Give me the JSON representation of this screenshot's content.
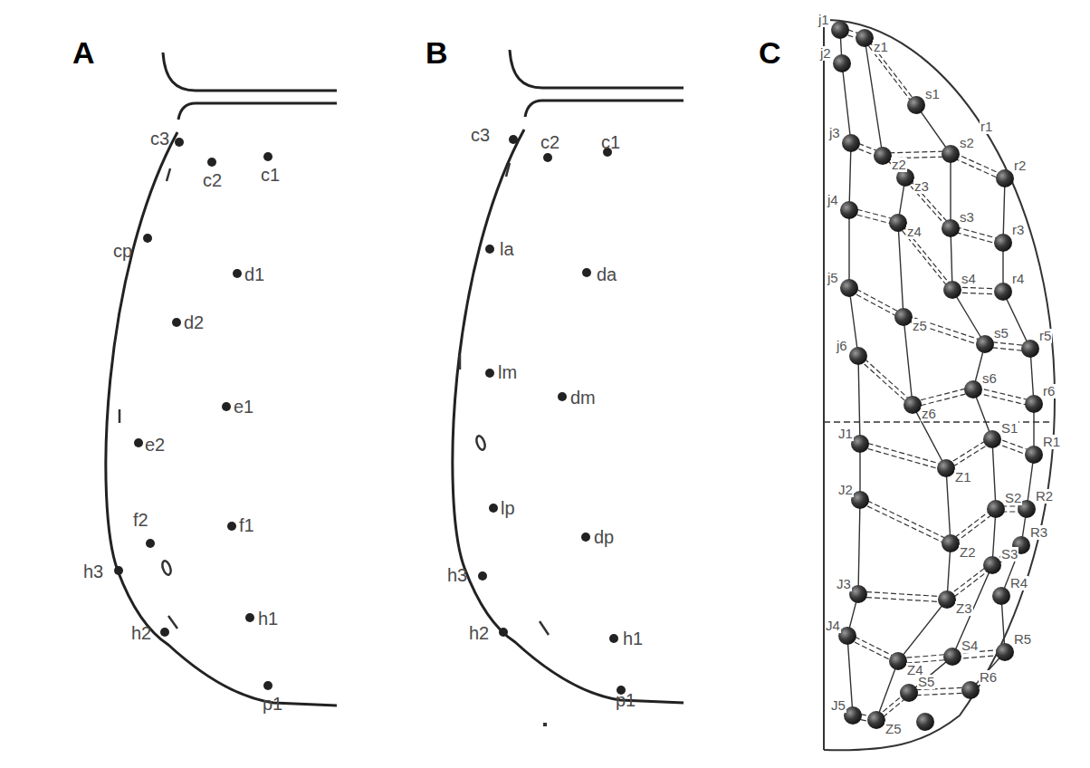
{
  "diagram": {
    "labels": [
      "A",
      "B",
      "C",
      "c3",
      "c2",
      "c1",
      "cp",
      "d1",
      "d2",
      "e1",
      "e2",
      "f2",
      "f1",
      "h3",
      "h1",
      "h2",
      "p1",
      "c3",
      "c2",
      "c1",
      "la",
      "da",
      "lm",
      "dm",
      "lp",
      "dp",
      "h3",
      "h2",
      "h1",
      "p1",
      "j1",
      "z1",
      "j2",
      "s1",
      "r1",
      "j3",
      "z2",
      "s2",
      "z3",
      "r2",
      "j4",
      "s3",
      "r3",
      "z4",
      "s4",
      "r4",
      "j5",
      "z5",
      "s5",
      "r5",
      "j6",
      "z6",
      "s6",
      "r6",
      "J1",
      "S1",
      "Z1",
      "R1",
      "J2",
      "S2",
      "R2",
      "Z2",
      "S3",
      "R3",
      "J3",
      "Z3",
      "R4",
      "J4",
      "Z4",
      "S4",
      "R5",
      "S5",
      "J5",
      "Z5",
      "R6"
    ]
  }
}
